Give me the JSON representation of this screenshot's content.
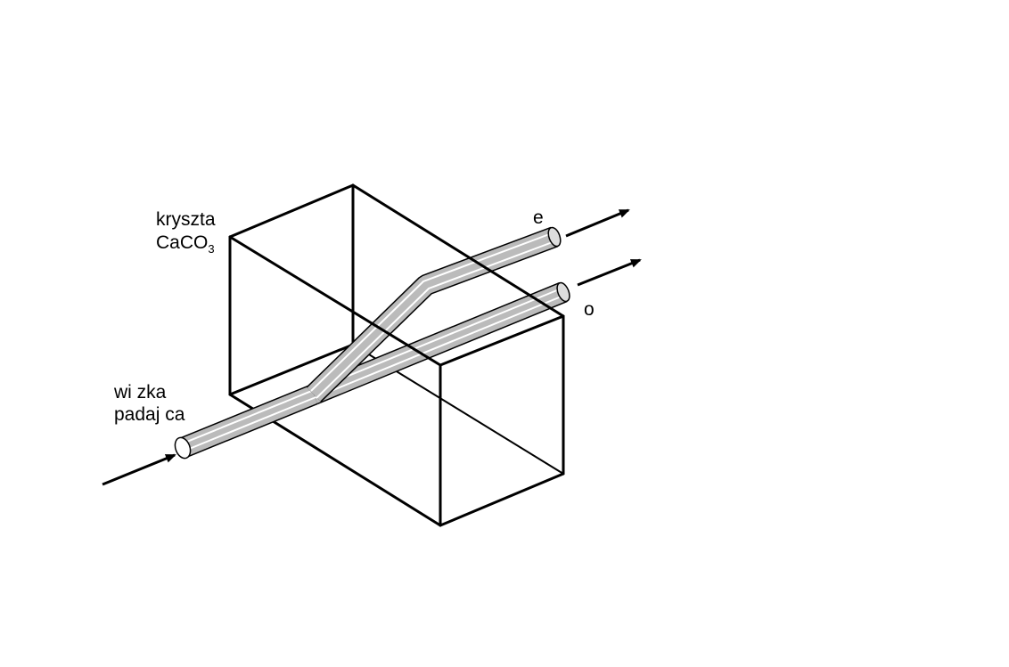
{
  "labels": {
    "crystal_line1": "kryszta",
    "crystal_line2": "CaCO",
    "crystal_subscript": "3",
    "extraordinary": "e",
    "ordinary": "o",
    "incident_line1": "wi zka",
    "incident_line2": "padaj ca"
  }
}
